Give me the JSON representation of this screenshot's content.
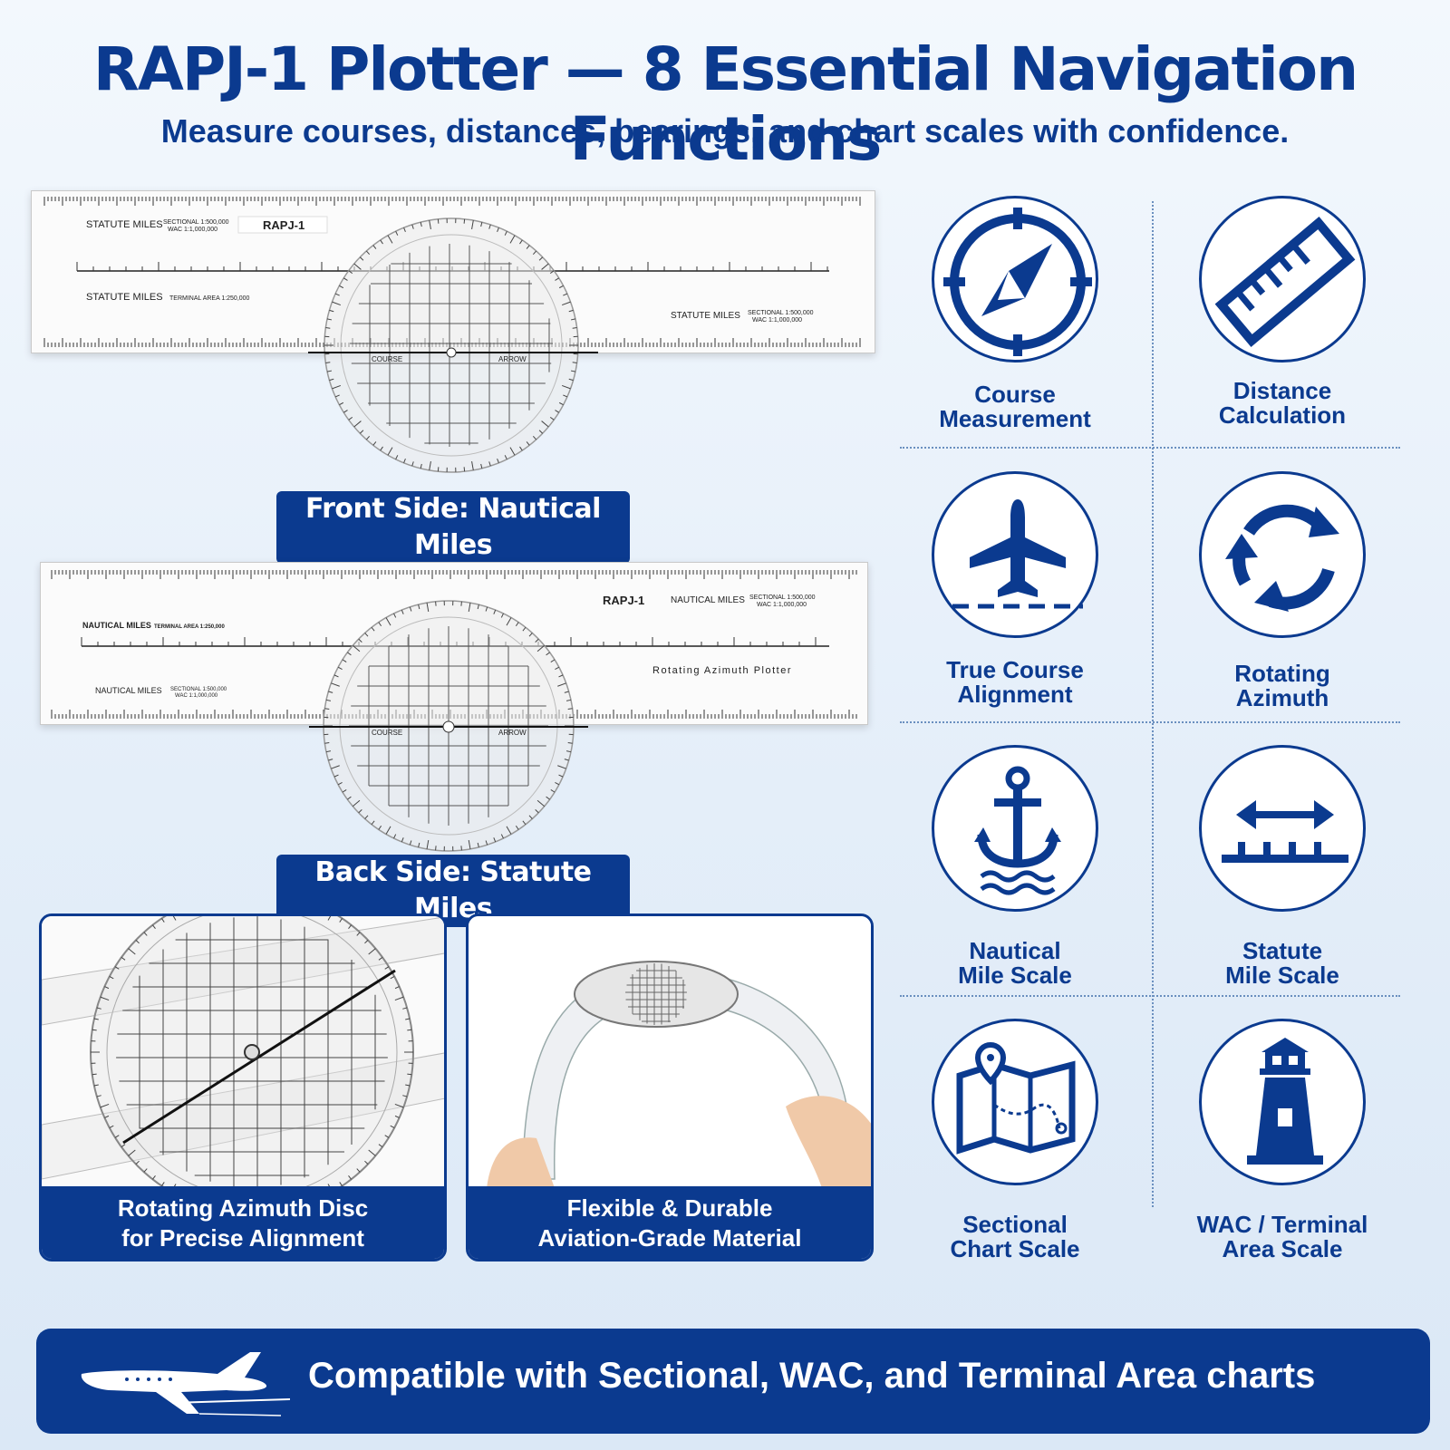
{
  "header": {
    "title": "RAPJ-1 Plotter — 8 Essential Navigation Functions",
    "subtitle": "Measure courses, distances, bearings, and chart scales with confidence."
  },
  "front": {
    "label": "Front Side: Nautical Miles",
    "brand": "RAPJ-1",
    "scale_top_left": "STATUTE MILES",
    "scale_top_left_sub": "SECTIONAL 1:500,000",
    "scale_top_left_sub2": "WAC 1:1,000,000",
    "scale_mid_left": "STATUTE MILES",
    "scale_mid_left_sub": "TERMINAL AREA 1:250,000",
    "scale_right": "STATUTE MILES",
    "scale_right_sub": "SECTIONAL 1:500,000",
    "scale_right_sub2": "WAC 1:1,000,000",
    "course": "COURSE",
    "arrow": "ARROW"
  },
  "back": {
    "label": "Back Side: Statute Miles",
    "brand": "RAPJ-1",
    "scale_top_right": "NAUTICAL MILES",
    "scale_top_right_sub": "SECTIONAL 1:500,000",
    "scale_top_right_sub2": "WAC 1:1,000,000",
    "scale_mid_left": "NAUTICAL MILES",
    "scale_mid_left_sub": "TERMINAL AREA 1:250,000",
    "scale_low_left": "NAUTICAL MILES",
    "scale_low_left_sub": "SECTIONAL 1:500,000",
    "scale_low_left_sub2": "WAC 1:1,000,000",
    "product_name": "Rotating Azimuth Plotter",
    "course": "COURSE",
    "arrow": "ARROW"
  },
  "photos": [
    {
      "caption_line1": "Rotating Azimuth Disc",
      "caption_line2": "for Precise Alignment"
    },
    {
      "caption_line1": "Flexible & Durable",
      "caption_line2": "Aviation-Grade Material"
    }
  ],
  "features": [
    {
      "icon": "compass-icon",
      "line1": "Course",
      "line2": "Measurement"
    },
    {
      "icon": "ruler-icon",
      "line1": "Distance",
      "line2": "Calculation"
    },
    {
      "icon": "airplane-icon",
      "line1": "True Course",
      "line2": "Alignment"
    },
    {
      "icon": "rotate-icon",
      "line1": "Rotating",
      "line2": "Azimuth"
    },
    {
      "icon": "anchor-icon",
      "line1": "Nautical",
      "line2": "Mile Scale"
    },
    {
      "icon": "measure-arrow-icon",
      "line1": "Statute",
      "line2": "Mile Scale"
    },
    {
      "icon": "map-pin-icon",
      "line1": "Sectional",
      "line2": "Chart Scale"
    },
    {
      "icon": "lighthouse-icon",
      "line1": "WAC / Terminal",
      "line2": "Area Scale"
    }
  ],
  "footer": {
    "text": "Compatible with Sectional, WAC, and Terminal Area charts",
    "icon": "jet-icon"
  },
  "colors": {
    "brand_blue": "#0b3a8f",
    "background": "#e9f1fa"
  }
}
